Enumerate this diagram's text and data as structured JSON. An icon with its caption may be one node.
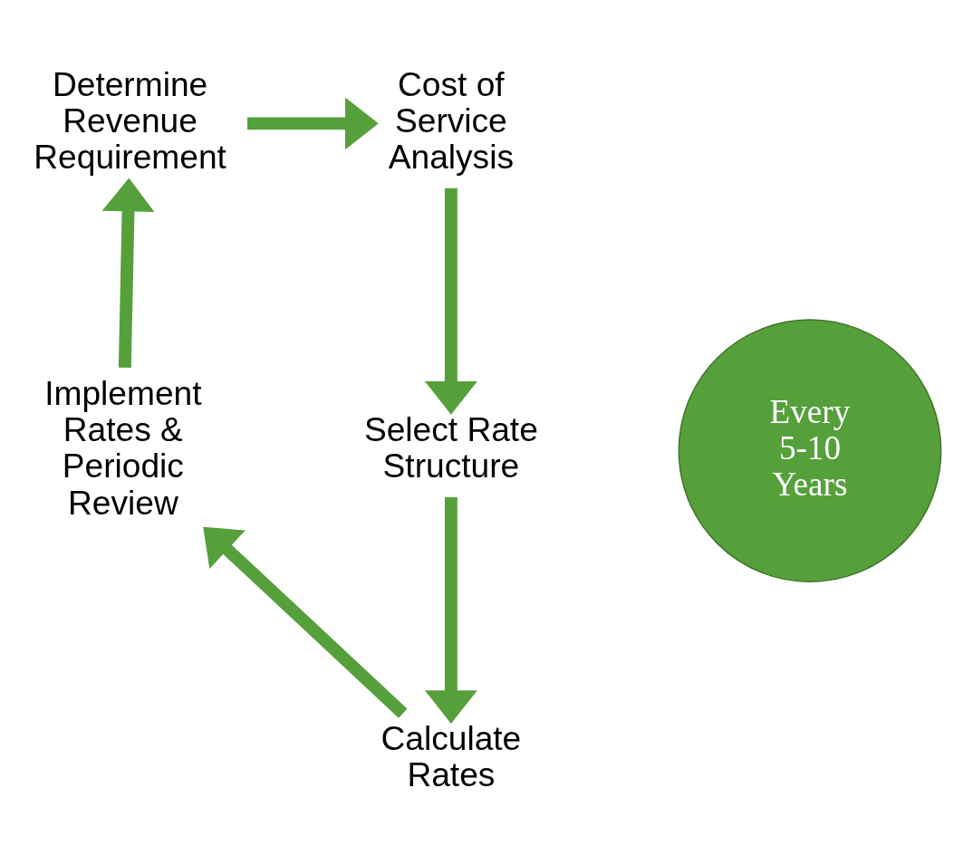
{
  "diagram": {
    "nodes": [
      {
        "text": [
          "Determine Revenue Requirement"
        ]
      },
      {
        "text": [
          "Cost of Service Analysis"
        ]
      },
      {
        "text": [
          "Select Rate Structure"
        ]
      },
      {
        "text": [
          "Calculate Rates"
        ]
      },
      {
        "text": [
          "Implement Rates & Periodic Review"
        ]
      },
      {
        "text": [
          "Every 5-10 Years"
        ]
      }
    ],
    "edges": [
      {
        "from": 0,
        "to": 1,
        "arrow": "to"
      },
      {
        "from": 1,
        "to": 2,
        "arrow": "to"
      },
      {
        "from": 2,
        "to": 3,
        "arrow": "to"
      },
      {
        "from": 3,
        "to": 4,
        "arrow": "to"
      },
      {
        "from": 4,
        "to": 0,
        "arrow": "to"
      }
    ]
  }
}
